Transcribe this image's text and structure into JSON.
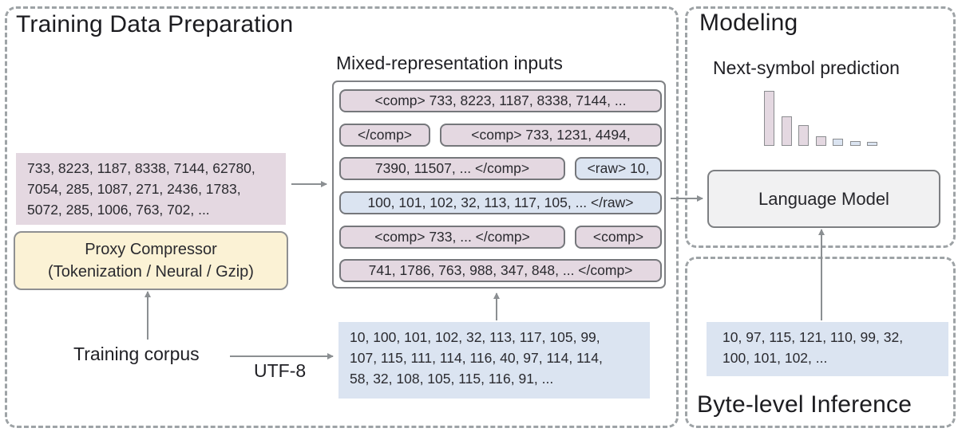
{
  "panels": {
    "training": {
      "title": "Training Data Preparation"
    },
    "modeling": {
      "title": "Modeling"
    },
    "inference": {
      "title": "Byte-level Inference"
    }
  },
  "compressed_tokens": {
    "lines": [
      "733, 8223, 1187, 8338, 7144, 62780,",
      "7054, 285, 1087, 271, 2436, 1783,",
      "5072, 285, 1006, 763, 702, ..."
    ]
  },
  "proxy_compressor": {
    "lines": [
      "Proxy Compressor",
      "(Tokenization / Neural / Gzip)"
    ]
  },
  "labels": {
    "training_corpus": "Training corpus",
    "utf8": "UTF-8",
    "mixed_inputs_title": "Mixed-representation inputs",
    "next_symbol": "Next-symbol prediction",
    "language_model": "Language Model"
  },
  "utf8_bytes": {
    "lines": [
      "10, 100, 101, 102, 32, 113, 117, 105, 99,",
      "107, 115, 111, 114, 116, 40, 97, 114, 114,",
      "58, 32, 108, 105, 115, 116, 91, ..."
    ]
  },
  "inference_bytes": {
    "lines": [
      "10, 97, 115, 121, 110, 99, 32,",
      "100, 101, 102, ..."
    ]
  },
  "mixed_inputs": {
    "rows": [
      {
        "pills": [
          {
            "text": "<comp> 733, 8223, 1187, 8338, 7144, ...",
            "kind": "comp"
          }
        ]
      },
      {
        "pills": [
          {
            "text": "</comp>",
            "kind": "comp"
          },
          {
            "text": "<comp> 733, 1231, 4494,",
            "kind": "comp"
          }
        ]
      },
      {
        "pills": [
          {
            "text": "7390, 11507, ... </comp>",
            "kind": "comp"
          },
          {
            "text": "<raw> 10,",
            "kind": "raw"
          }
        ]
      },
      {
        "pills": [
          {
            "text": "100, 101, 102, 32, 113, 117, 105, ... </raw>",
            "kind": "raw"
          }
        ]
      },
      {
        "pills": [
          {
            "text": "<comp> 733, ... </comp>",
            "kind": "comp"
          },
          {
            "text": "<comp>",
            "kind": "comp"
          }
        ]
      },
      {
        "pills": [
          {
            "text": "741, 1786, 763, 988, 347, 848, ... </comp>",
            "kind": "comp"
          }
        ]
      }
    ]
  },
  "chart_data": {
    "type": "bar",
    "title": "Next-symbol prediction",
    "values": [
      69,
      37,
      26,
      12,
      9,
      6,
      5
    ],
    "kinds": [
      "comp",
      "comp",
      "comp",
      "comp",
      "raw",
      "raw",
      "raw"
    ],
    "xlabel": "",
    "ylabel": "",
    "legend": "none",
    "note": "decreasing probability histogram; first four bars compressed-token colored, last three raw-byte colored"
  },
  "colors": {
    "comp_fill": "#e4d8e1",
    "raw_fill": "#dbe4f1",
    "proxy_fill": "#fbf2d5",
    "lm_fill": "#f1f1f2",
    "border_gray": "#7d7f82",
    "dashed_border": "#9ea3a6",
    "arrow": "#8b8f92"
  }
}
